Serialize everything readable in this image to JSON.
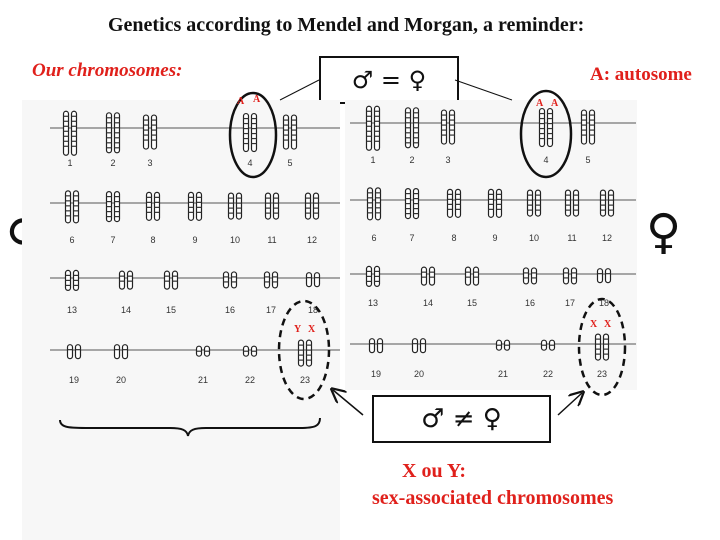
{
  "title": "Genetics according to Mendel and Morgan, a reminder:",
  "labels": {
    "our_chromosomes": "Our chromosomes:",
    "autosome": "A: autosome",
    "xy_line1": "X ou Y:",
    "xy_line2": "sex-associated chromosomes",
    "equal_box": "♂ = ♀",
    "notequal_box": "♂ ≠ ♀",
    "male_symbol": "♂",
    "female_symbol": "♀"
  },
  "male_karyotype": {
    "chromosome_numbers": [
      "1",
      "2",
      "3",
      "4",
      "5",
      "6",
      "7",
      "8",
      "9",
      "10",
      "11",
      "12",
      "13",
      "14",
      "15",
      "16",
      "17",
      "18",
      "19",
      "20",
      "21",
      "22",
      "23"
    ],
    "alleles_pair4": [
      "A",
      "A"
    ],
    "alleles_pair23": [
      "Y",
      "X"
    ]
  },
  "female_karyotype": {
    "chromosome_numbers": [
      "1",
      "2",
      "3",
      "4",
      "5",
      "6",
      "7",
      "8",
      "9",
      "10",
      "11",
      "12",
      "13",
      "14",
      "15",
      "16",
      "17",
      "18",
      "19",
      "20",
      "21",
      "22",
      "23"
    ],
    "alleles_pair4": [
      "A",
      "A"
    ],
    "alleles_pair23": [
      "X",
      "X"
    ]
  },
  "colors": {
    "red": "#e0201b",
    "ink": "#111111"
  }
}
